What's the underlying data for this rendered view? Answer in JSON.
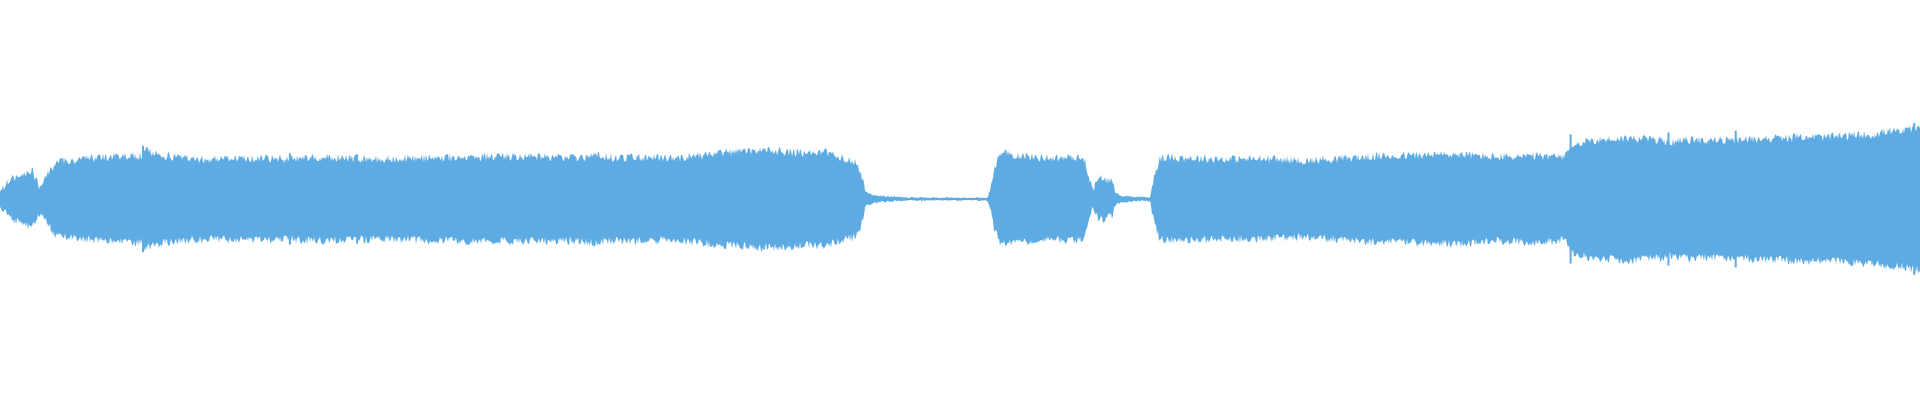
{
  "waveform": {
    "color": "#5dabe2",
    "background": "#ffffff",
    "envelope": [
      [
        0.0,
        0.08
      ],
      [
        0.005,
        0.2
      ],
      [
        0.012,
        0.26
      ],
      [
        0.017,
        0.3
      ],
      [
        0.02,
        0.14
      ],
      [
        0.024,
        0.22
      ],
      [
        0.028,
        0.36
      ],
      [
        0.03,
        0.4
      ],
      [
        0.035,
        0.4
      ],
      [
        0.045,
        0.42
      ],
      [
        0.055,
        0.44
      ],
      [
        0.065,
        0.45
      ],
      [
        0.074,
        0.46
      ],
      [
        0.0745,
        0.52
      ],
      [
        0.08,
        0.48
      ],
      [
        0.085,
        0.46
      ],
      [
        0.095,
        0.43
      ],
      [
        0.11,
        0.42
      ],
      [
        0.13,
        0.43
      ],
      [
        0.15,
        0.42
      ],
      [
        0.16,
        0.44
      ],
      [
        0.18,
        0.43
      ],
      [
        0.2,
        0.42
      ],
      [
        0.22,
        0.43
      ],
      [
        0.24,
        0.44
      ],
      [
        0.26,
        0.45
      ],
      [
        0.28,
        0.44
      ],
      [
        0.3,
        0.44
      ],
      [
        0.31,
        0.46
      ],
      [
        0.32,
        0.43
      ],
      [
        0.33,
        0.44
      ],
      [
        0.35,
        0.43
      ],
      [
        0.36,
        0.45
      ],
      [
        0.37,
        0.47
      ],
      [
        0.38,
        0.49
      ],
      [
        0.39,
        0.5
      ],
      [
        0.4,
        0.51
      ],
      [
        0.41,
        0.5
      ],
      [
        0.42,
        0.48
      ],
      [
        0.425,
        0.49
      ],
      [
        0.43,
        0.49
      ],
      [
        0.44,
        0.42
      ],
      [
        0.445,
        0.4
      ],
      [
        0.448,
        0.3
      ],
      [
        0.451,
        0.07
      ],
      [
        0.455,
        0.04
      ],
      [
        0.46,
        0.03
      ],
      [
        0.47,
        0.018
      ],
      [
        0.49,
        0.012
      ],
      [
        0.51,
        0.012
      ],
      [
        0.514,
        0.012
      ],
      [
        0.515,
        0.05
      ],
      [
        0.518,
        0.32
      ],
      [
        0.52,
        0.44
      ],
      [
        0.523,
        0.48
      ],
      [
        0.53,
        0.46
      ],
      [
        0.54,
        0.44
      ],
      [
        0.55,
        0.43
      ],
      [
        0.56,
        0.44
      ],
      [
        0.565,
        0.42
      ],
      [
        0.567,
        0.25
      ],
      [
        0.569,
        0.1
      ],
      [
        0.571,
        0.16
      ],
      [
        0.573,
        0.22
      ],
      [
        0.576,
        0.21
      ],
      [
        0.579,
        0.18
      ],
      [
        0.581,
        0.06
      ],
      [
        0.585,
        0.03
      ],
      [
        0.595,
        0.02
      ],
      [
        0.599,
        0.02
      ],
      [
        0.601,
        0.24
      ],
      [
        0.604,
        0.42
      ],
      [
        0.61,
        0.44
      ],
      [
        0.62,
        0.43
      ],
      [
        0.64,
        0.42
      ],
      [
        0.66,
        0.42
      ],
      [
        0.68,
        0.4
      ],
      [
        0.7,
        0.43
      ],
      [
        0.72,
        0.45
      ],
      [
        0.74,
        0.46
      ],
      [
        0.76,
        0.47
      ],
      [
        0.78,
        0.44
      ],
      [
        0.8,
        0.45
      ],
      [
        0.81,
        0.45
      ],
      [
        0.815,
        0.43
      ],
      [
        0.818,
        0.55
      ],
      [
        0.825,
        0.6
      ],
      [
        0.83,
        0.62
      ],
      [
        0.84,
        0.63
      ],
      [
        0.85,
        0.64
      ],
      [
        0.86,
        0.63
      ],
      [
        0.87,
        0.6
      ],
      [
        0.88,
        0.62
      ],
      [
        0.89,
        0.62
      ],
      [
        0.905,
        0.61
      ],
      [
        0.91,
        0.63
      ],
      [
        0.92,
        0.64
      ],
      [
        0.93,
        0.64
      ],
      [
        0.94,
        0.66
      ],
      [
        0.95,
        0.65
      ],
      [
        0.96,
        0.66
      ],
      [
        0.97,
        0.68
      ],
      [
        0.975,
        0.67
      ],
      [
        0.98,
        0.7
      ],
      [
        0.985,
        0.72
      ],
      [
        0.99,
        0.7
      ],
      [
        0.995,
        0.74
      ],
      [
        1.0,
        0.74
      ]
    ],
    "spikes": [
      [
        0.0745,
        0.56
      ],
      [
        0.151,
        0.48
      ],
      [
        0.186,
        0.47
      ],
      [
        0.398,
        0.53
      ],
      [
        0.818,
        0.68
      ],
      [
        0.869,
        0.7
      ],
      [
        0.904,
        0.72
      ],
      [
        0.997,
        0.8
      ]
    ]
  }
}
